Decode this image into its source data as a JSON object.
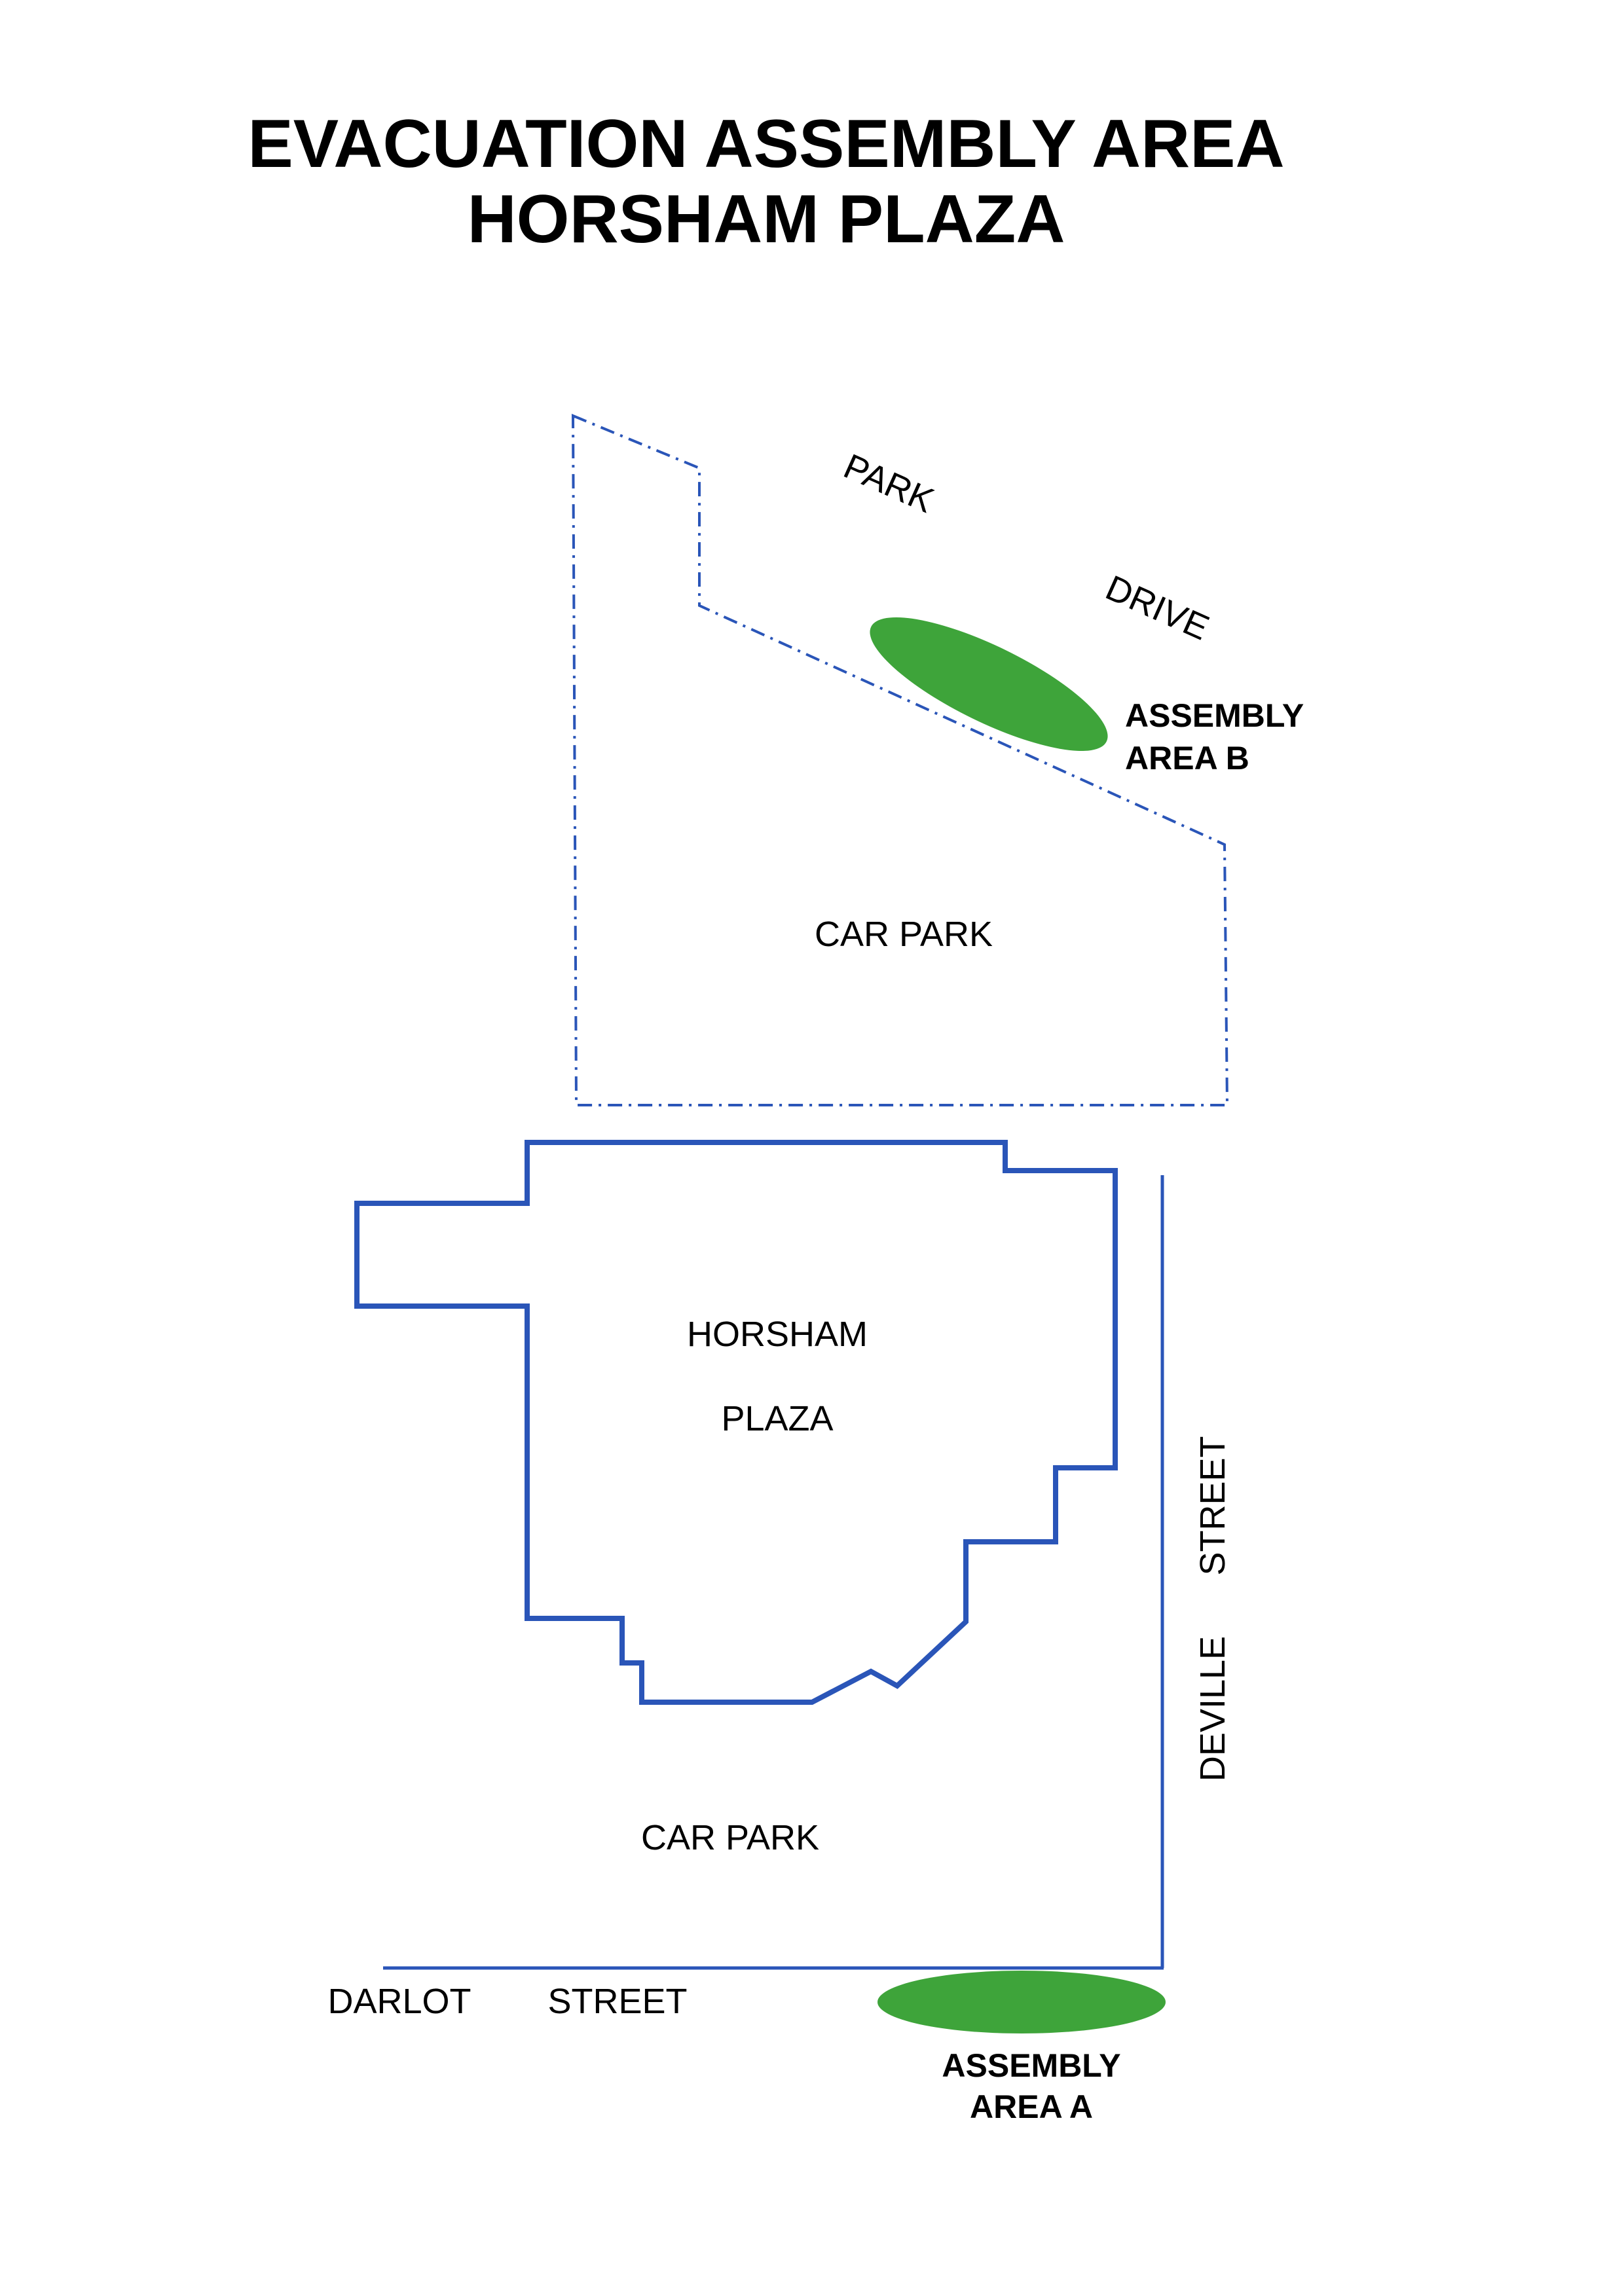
{
  "title": {
    "line1": "EVACUATION ASSEMBLY AREA",
    "line2": "HORSHAM PLAZA"
  },
  "labels": {
    "park": "PARK",
    "drive": "DRIVE",
    "car_park_north": "CAR PARK",
    "car_park_south": "CAR PARK",
    "horsham": "HORSHAM",
    "plaza": "PLAZA",
    "street_deville_a": "STREET",
    "street_deville_b": "DEVILLE",
    "darlot": "DARLOT",
    "street_darlot": "STREET"
  },
  "assembly_areas": {
    "b_line1": "ASSEMBLY",
    "b_line2": "AREA B",
    "a_line1": "ASSEMBLY",
    "a_line2": "AREA A"
  },
  "colors": {
    "building_outline": "#2a55b8",
    "lot_boundary": "#2a55b8",
    "street_line": "#2a55b8",
    "assembly_area": "#3ea43a"
  }
}
